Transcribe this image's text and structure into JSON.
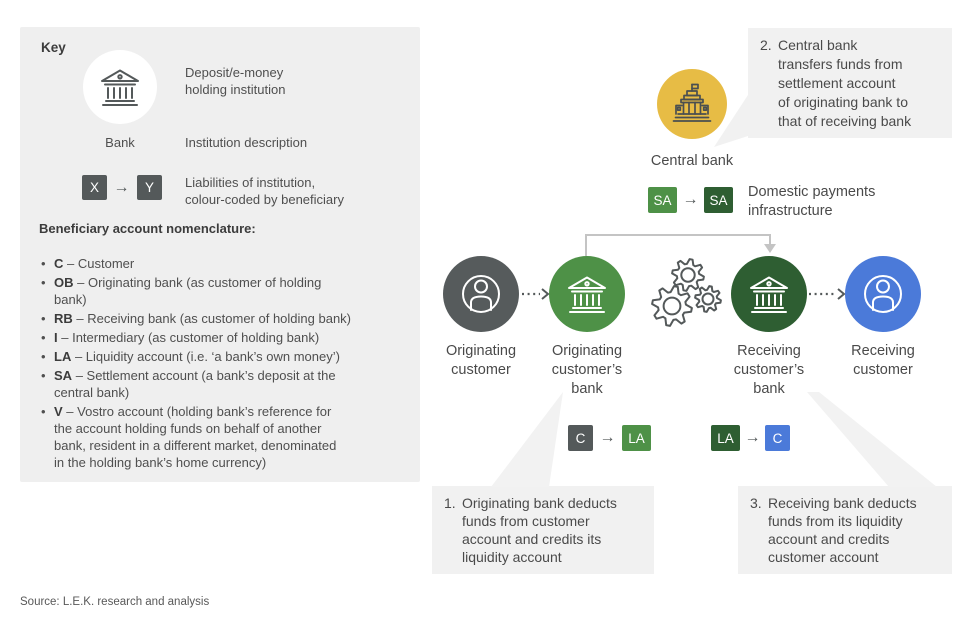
{
  "key": {
    "title": "Key",
    "bank_label": "Bank",
    "bank_description": "Deposit/e-money\nholding institution",
    "institution_description_label": "Institution description",
    "liabilities_description": "Liabilities of institution,\ncolour-coded by beneficiary",
    "xy": {
      "from": "X",
      "to": "Y"
    },
    "nomenclature_title": "Beneficiary account nomenclature:",
    "bullets": [
      {
        "term": "C",
        "text": "– Customer"
      },
      {
        "term": "OB",
        "text": "– Originating bank (as customer of holding\nbank)"
      },
      {
        "term": "RB",
        "text": "– Receiving bank (as customer of holding bank)"
      },
      {
        "term": "I",
        "text": "– Intermediary (as customer of holding bank)"
      },
      {
        "term": "LA",
        "text": "– Liquidity account (i.e. ‘a bank’s own money’)"
      },
      {
        "term": "SA",
        "text": "– Settlement account (a bank’s deposit at the\ncentral bank)"
      },
      {
        "term": "V",
        "text": "– Vostro account (holding bank’s reference for\nthe account holding funds on behalf of another\nbank, resident in a different market, denominated\nin the holding bank’s home currency)"
      }
    ]
  },
  "diagram": {
    "central_bank": {
      "label": "Central bank"
    },
    "infrastructure_label": "Domestic payments\ninfrastructure",
    "transfers": {
      "sa": {
        "from": "SA",
        "to": "SA"
      },
      "c_la": {
        "from": "C",
        "to": "LA"
      },
      "la_c": {
        "from": "LA",
        "to": "C"
      }
    },
    "entities": {
      "originating_customer": {
        "label": "Originating\ncustomer"
      },
      "originating_bank": {
        "label": "Originating\ncustomer’s\nbank"
      },
      "receiving_bank": {
        "label": "Receiving\ncustomer’s\nbank"
      },
      "receiving_customer": {
        "label": "Receiving\ncustomer"
      }
    },
    "callouts": {
      "c1": {
        "number": "1.",
        "text": "Originating bank deducts\nfunds from customer\naccount and credits its\nliquidity account"
      },
      "c2": {
        "number": "2.",
        "text": "Central bank\ntransfers funds from\nsettlement account\nof originating bank to\nthat of receiving bank"
      },
      "c3": {
        "number": "3.",
        "text": "Receiving bank deducts\nfunds from its liquidity\naccount and credits\ncustomer account"
      }
    }
  },
  "glyphs": {
    "arrow": "→"
  },
  "colors": {
    "panel_bg": "#efefef",
    "callout_bg": "#f1f1f1",
    "dark_gray": "#54595a",
    "green": "#4e9147",
    "dark_green": "#2e5e32",
    "blue": "#4b7ad9",
    "yellow": "#e7bc45",
    "connector_gray": "#c4c4c4",
    "text": "#4a4a4a"
  },
  "source": "Source: L.E.K. research and analysis"
}
